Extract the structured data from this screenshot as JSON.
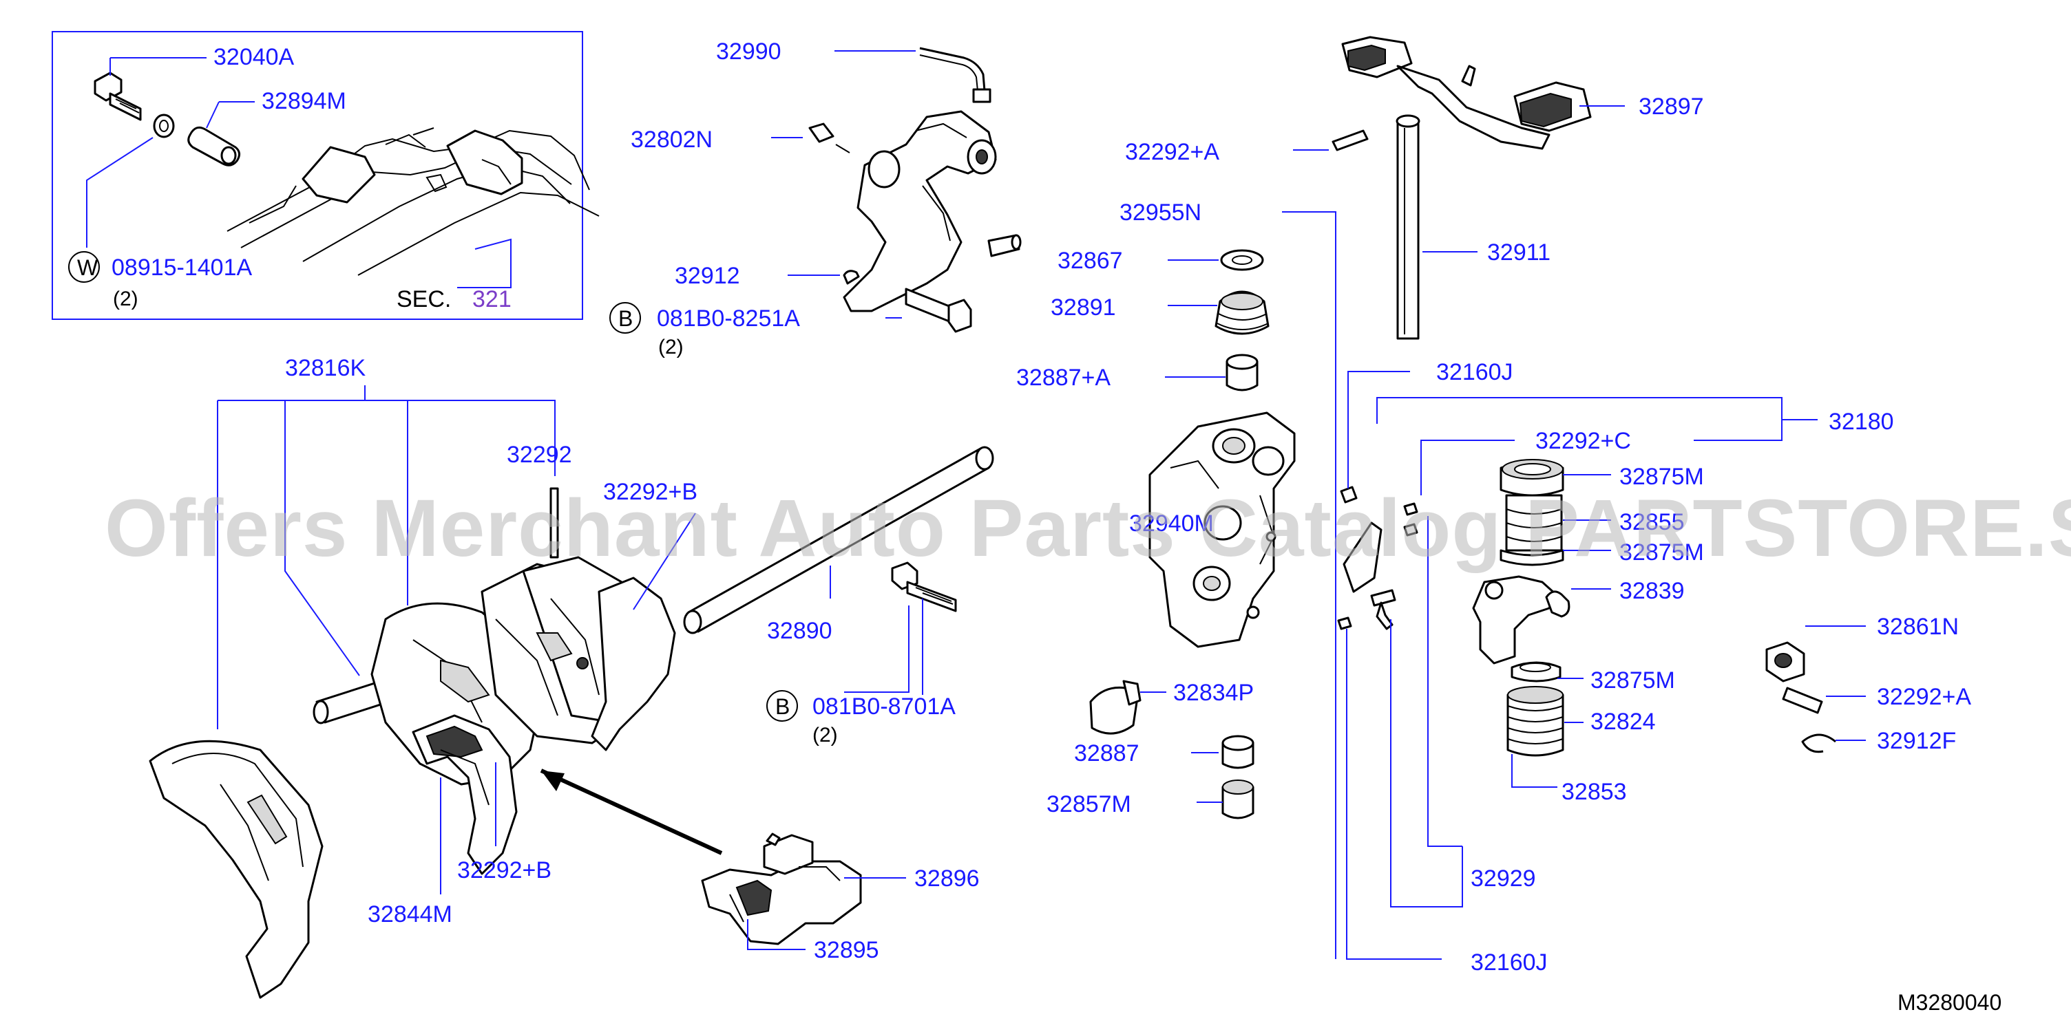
{
  "diagram_code": "M3280040",
  "watermark": "Offers Merchant Auto Parts Catalog PARTSTORE.SA",
  "colors": {
    "callout": "#1a1aff",
    "section_ref": "#7a3cc8",
    "watermark": "#b8b8b8"
  },
  "inset": {
    "section_label": "SEC.",
    "section_number": "321",
    "washer_symbol": "W",
    "washer_part": "08915-1401A",
    "washer_qty": "(2)"
  },
  "bolts": [
    {
      "symbol": "B",
      "part": "081B0-8251A",
      "qty": "(2)"
    },
    {
      "symbol": "B",
      "part": "081B0-8701A",
      "qty": "(2)"
    }
  ],
  "callouts": [
    "32040A",
    "32894M",
    "32990",
    "32802N",
    "32912",
    "32292+A",
    "32955N",
    "32897",
    "32867",
    "32891",
    "32911",
    "32887+A",
    "32160J",
    "32180",
    "32292+C",
    "32875M",
    "32855",
    "32875M",
    "32839",
    "32861N",
    "32292+A",
    "32875M",
    "32824",
    "32912F",
    "32853",
    "32834P",
    "32887",
    "32857M",
    "32929",
    "32160J",
    "32816K",
    "32292",
    "32292+B",
    "32890",
    "32896",
    "32895",
    "32292+B",
    "32844M",
    "32940M"
  ]
}
